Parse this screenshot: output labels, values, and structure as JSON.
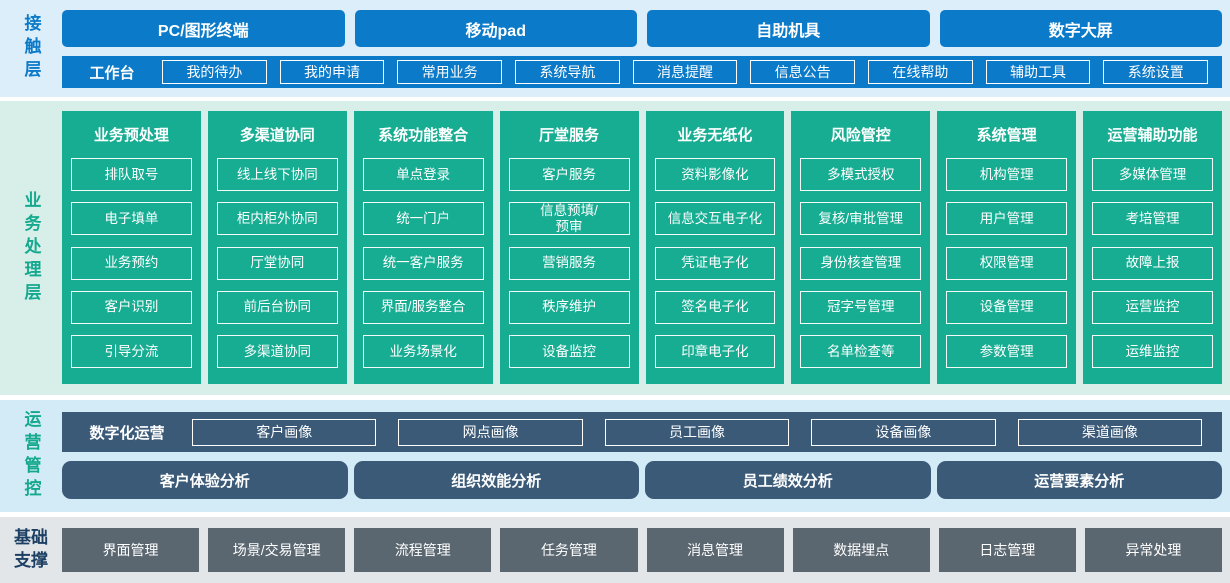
{
  "contact": {
    "label": "接触层",
    "channels": [
      "PC/图形终端",
      "移动pad",
      "自助机具",
      "数字大屏"
    ],
    "workbench_label": "工作台",
    "workbench_items": [
      "我的待办",
      "我的申请",
      "常用业务",
      "系统导航",
      "消息提醒",
      "信息公告",
      "在线帮助",
      "辅助工具",
      "系统设置"
    ]
  },
  "business": {
    "label": "业务处理层",
    "columns": [
      {
        "title": "业务预处理",
        "items": [
          "排队取号",
          "电子填单",
          "业务预约",
          "客户识别",
          "引导分流"
        ]
      },
      {
        "title": "多渠道协同",
        "items": [
          "线上线下协同",
          "柜内柜外协同",
          "厅堂协同",
          "前后台协同",
          "多渠道协同"
        ]
      },
      {
        "title": "系统功能整合",
        "items": [
          "单点登录",
          "统一门户",
          "统一客户服务",
          "界面/服务整合",
          "业务场景化"
        ]
      },
      {
        "title": "厅堂服务",
        "items": [
          "客户服务",
          "信息预填/\n预审",
          "营销服务",
          "秩序维护",
          "设备监控"
        ]
      },
      {
        "title": "业务无纸化",
        "items": [
          "资料影像化",
          "信息交互电子化",
          "凭证电子化",
          "签名电子化",
          "印章电子化"
        ]
      },
      {
        "title": "风险管控",
        "items": [
          "多模式授权",
          "复核/审批管理",
          "身份核查管理",
          "冠字号管理",
          "名单检查等"
        ]
      },
      {
        "title": "系统管理",
        "items": [
          "机构管理",
          "用户管理",
          "权限管理",
          "设备管理",
          "参数管理"
        ]
      },
      {
        "title": "运营辅助功能",
        "items": [
          "多媒体管理",
          "考培管理",
          "故障上报",
          "运营监控",
          "运维监控"
        ]
      }
    ]
  },
  "operations": {
    "label": "运营管控",
    "digital_ops_label": "数字化运营",
    "profiles": [
      "客户画像",
      "网点画像",
      "员工画像",
      "设备画像",
      "渠道画像"
    ],
    "analyses": [
      "客户体验分析",
      "组织效能分析",
      "员工绩效分析",
      "运营要素分析"
    ]
  },
  "foundation": {
    "label": "基础支撑",
    "items": [
      "界面管理",
      "场景/交易管理",
      "流程管理",
      "任务管理",
      "消息管理",
      "数据埋点",
      "日志管理",
      "异常处理"
    ]
  },
  "colors": {
    "blue": "#0b7ac9",
    "teal": "#16ad92",
    "slate": "#3a5a78",
    "gray": "#5b6770",
    "band-blue": "#dceefa",
    "band-green": "#d8efe9",
    "band-lblue": "#d3ebf6",
    "band-gray": "#e2e6e9",
    "teal-text": "#14a98e",
    "navy": "#1d3f63"
  }
}
